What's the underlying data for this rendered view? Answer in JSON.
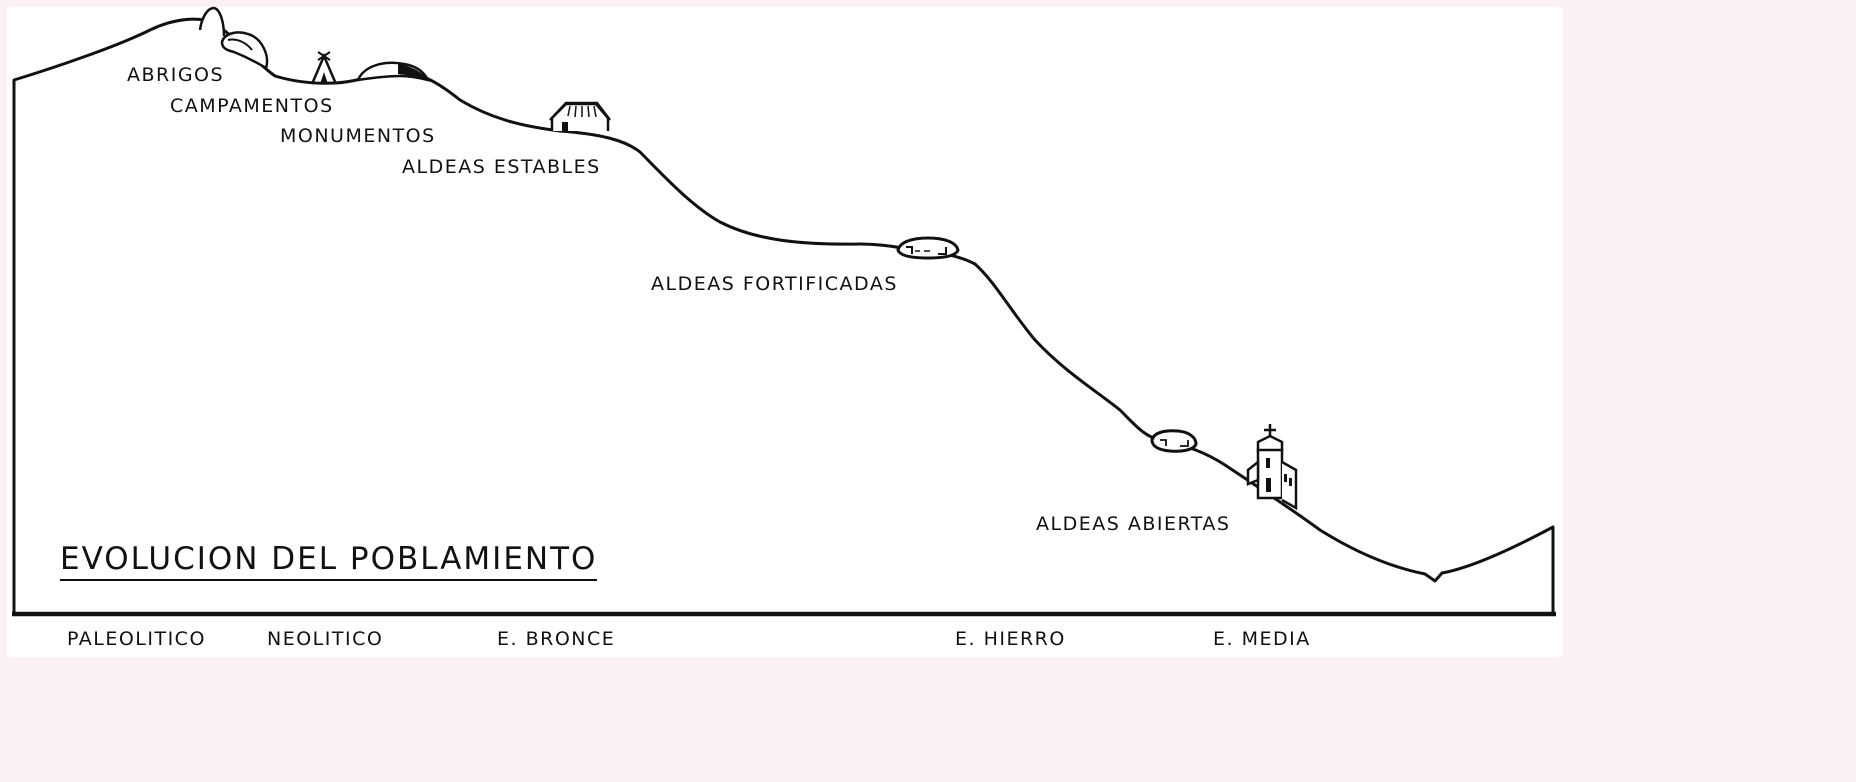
{
  "diagram": {
    "title": "EVOLUCION DEL POBLAMIENTO",
    "settlement_labels": [
      "ABRIGOS",
      "CAMPAMENTOS",
      "MONUMENTOS",
      "ALDEAS ESTABLES",
      "ALDEAS FORTIFICADAS",
      "ALDEAS ABIERTAS"
    ],
    "periods": [
      "PALEOLITICO",
      "NEOLITICO",
      "E. BRONCE",
      "E. HIERRO",
      "E. MEDIA"
    ]
  },
  "colors": {
    "ink": "#111111",
    "paper": "#ffffff",
    "frame": "#fbf0f4"
  },
  "icons": [
    "rock-shelter-icon",
    "tent-icon",
    "mound-icon",
    "hut-icon",
    "hillfort-icon",
    "village-enclosure-icon",
    "church-icon"
  ]
}
